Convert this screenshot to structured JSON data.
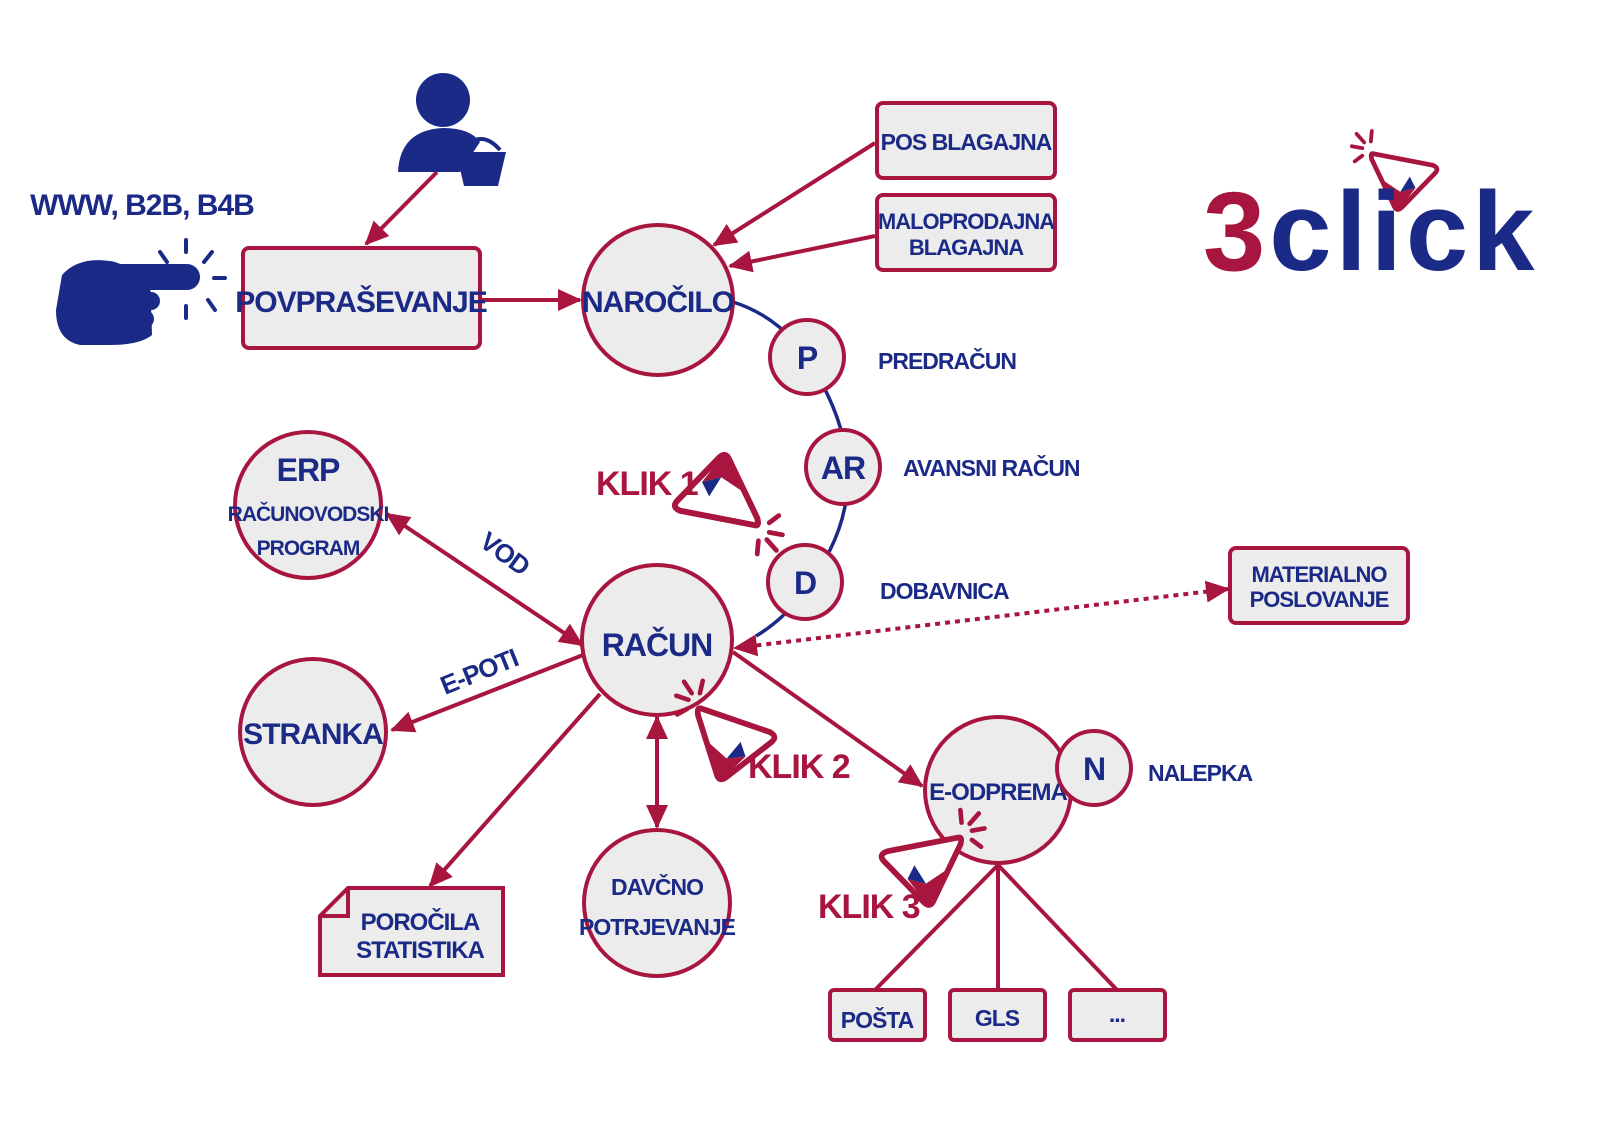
{
  "colors": {
    "accent": "#a8163f",
    "navy": "#1b2a86",
    "node_fill": "#ececec"
  },
  "logo": {
    "digit": "3",
    "word": "click"
  },
  "channels_label": "WWW, B2B, B4B",
  "nodes": {
    "inquiry": "POVPRAŠEVANJE",
    "order": "NAROČILO",
    "pos": "POS BLAGAJNA",
    "retail": [
      "MALOPRODAJNA",
      "BLAGAJNA"
    ],
    "erp": [
      "ERP",
      "RAČUNOVODSKI",
      "PROGRAM"
    ],
    "customer": "STRANKA",
    "invoice": "RAČUN",
    "materials": [
      "MATERIALNO",
      "POSLOVANJE"
    ],
    "shipping": "E-ODPREMA",
    "label_n": "N",
    "reports": [
      "POROČILA",
      "STATISTIKA"
    ],
    "tax": [
      "DAVČNO",
      "POTRJEVANJE"
    ],
    "carriers": [
      "POŠTA",
      "GLS",
      "..."
    ]
  },
  "documents": [
    {
      "letter": "P",
      "label": "PREDRAČUN"
    },
    {
      "letter": "AR",
      "label": "AVANSNI RAČUN"
    },
    {
      "letter": "D",
      "label": "DOBAVNICA"
    }
  ],
  "label_nalepka": "NALEPKA",
  "edges": {
    "vod": "VOD",
    "epoti": "E-POTI"
  },
  "clicks": [
    "KLIK 1",
    "KLIK 2",
    "KLIK 3"
  ],
  "icons": [
    "person-with-basket-icon",
    "pointing-hand-icon",
    "cursor-click-icon"
  ]
}
